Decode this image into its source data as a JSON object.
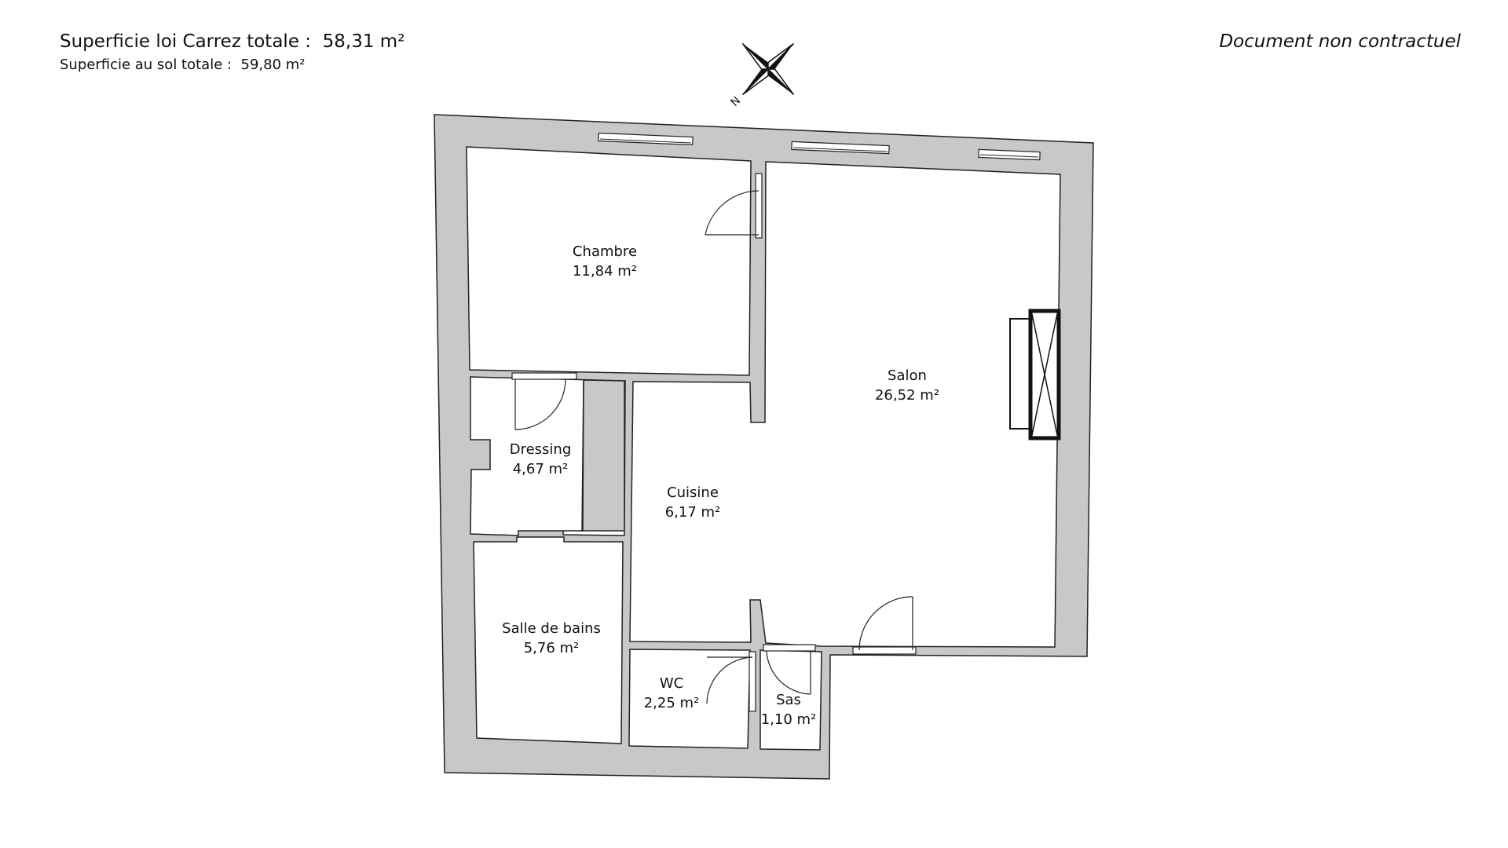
{
  "header": {
    "carrez_label": "Superficie loi Carrez totale :",
    "carrez_value": "58,31 m²",
    "floor_label": "Superficie au sol totale :",
    "floor_value": "59,80 m²",
    "disclaimer": "Document non contractuel"
  },
  "compass": {
    "north_label": "N",
    "icon": "compass-rose-icon"
  },
  "rooms": [
    {
      "id": "chambre",
      "name": "Chambre",
      "area": "11,84 m²"
    },
    {
      "id": "salon",
      "name": "Salon",
      "area": "26,52 m²"
    },
    {
      "id": "dressing",
      "name": "Dressing",
      "area": "4,67 m²"
    },
    {
      "id": "cuisine",
      "name": "Cuisine",
      "area": "6,17 m²"
    },
    {
      "id": "salle-de-bains",
      "name": "Salle de bains",
      "area": "5,76 m²"
    },
    {
      "id": "wc",
      "name": "WC",
      "area": "2,25 m²"
    },
    {
      "id": "sas",
      "name": "Sas",
      "area": "1,10 m²"
    }
  ],
  "colors": {
    "wall": "#c8c8c8",
    "line": "#222222",
    "room": "#ffffff"
  }
}
